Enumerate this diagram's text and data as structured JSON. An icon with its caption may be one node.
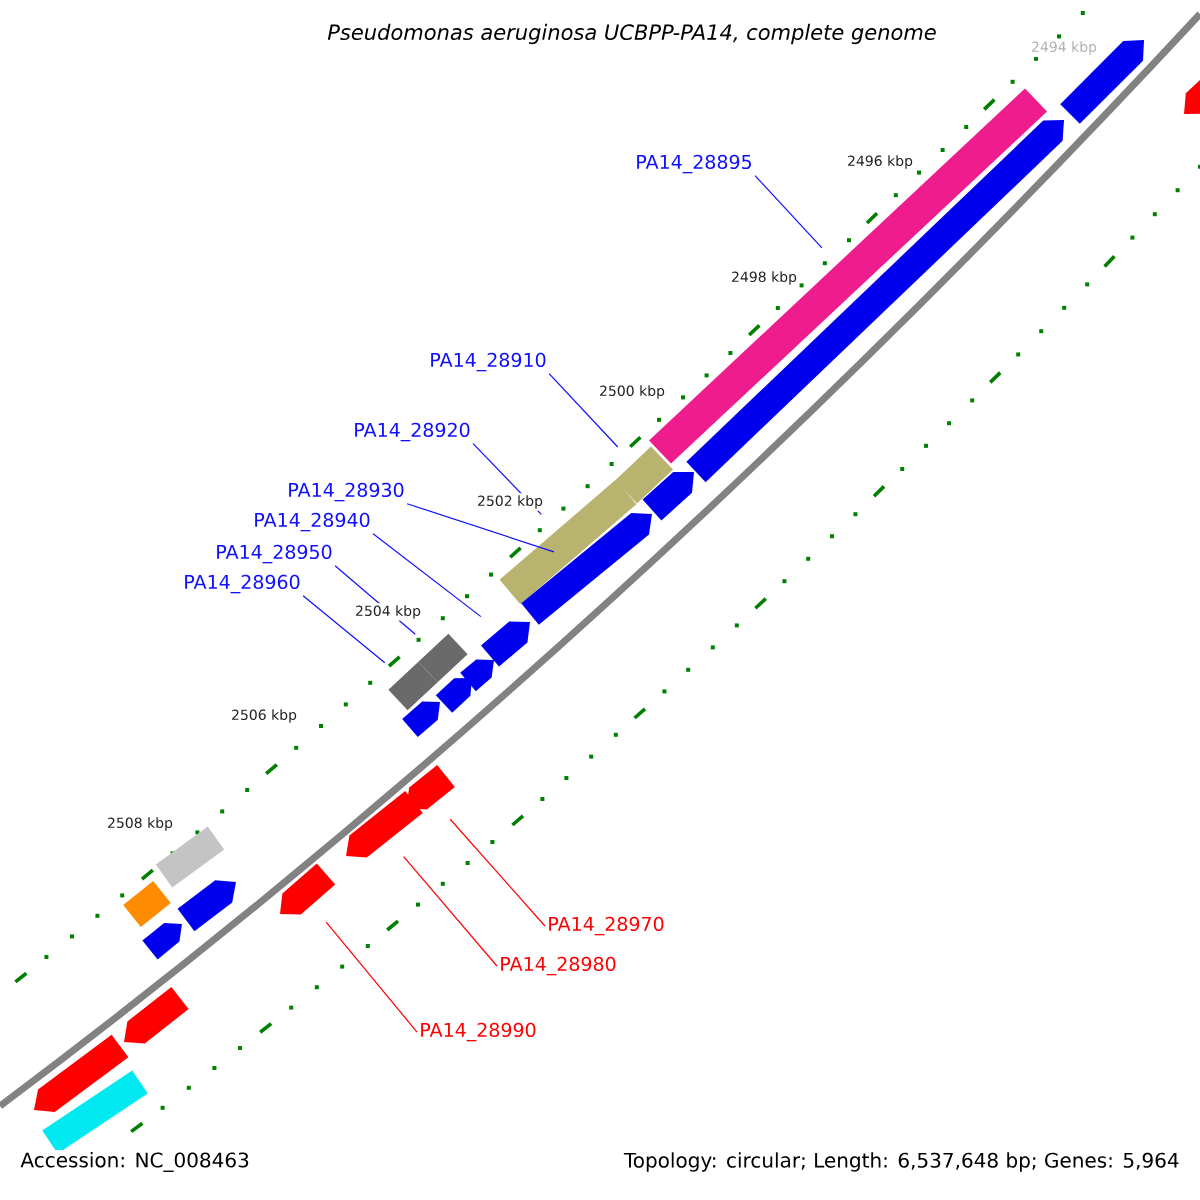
{
  "diagram": {
    "title": "Pseudomonas aeruginosa UCBPP-PA14, complete genome",
    "nodes": [
      {
        "text": [
          "PA14_28895"
        ]
      },
      {
        "text": [
          "PA14_28910"
        ]
      },
      {
        "text": [
          "PA14_28920"
        ]
      },
      {
        "text": [
          "PA14_28930"
        ]
      },
      {
        "text": [
          "PA14_28940"
        ]
      },
      {
        "text": [
          "PA14_28950"
        ]
      },
      {
        "text": [
          "PA14_28960"
        ]
      },
      {
        "text": [
          "PA14_28970"
        ]
      },
      {
        "text": [
          "PA14_28980"
        ]
      },
      {
        "text": [
          "PA14_28990"
        ]
      },
      {
        "text": [],
        "shape": "pentagon"
      },
      {
        "text": [],
        "shape": "box"
      },
      {
        "text": [],
        "shape": "box"
      },
      {
        "text": [],
        "shape": "pentagon"
      },
      {
        "text": [],
        "shape": "pentagon"
      },
      {
        "text": [],
        "shape": "box"
      },
      {
        "text": [],
        "shape": "pentagon"
      },
      {
        "text": [],
        "shape": "pentagon"
      },
      {
        "text": [],
        "shape": "pentagon"
      },
      {
        "text": [],
        "shape": "box"
      },
      {
        "text": [],
        "shape": "pentagon"
      },
      {
        "text": [],
        "shape": "pentagon"
      },
      {
        "text": [],
        "shape": "box"
      },
      {
        "text": [],
        "shape": "pentagon"
      },
      {
        "text": [],
        "shape": "pentagon"
      },
      {
        "text": [],
        "shape": "pentagon"
      },
      {
        "text": [],
        "shape": "box"
      },
      {
        "text": [],
        "shape": "pentagon"
      },
      {
        "text": [],
        "shape": "box"
      },
      {
        "text": [],
        "shape": "pentagon"
      },
      {
        "text": [],
        "shape": "box"
      },
      {
        "text": [],
        "shape": "pentagon"
      },
      {
        "text": [],
        "shape": "pentagon"
      },
      {
        "text": [],
        "shape": "pentagon"
      }
    ],
    "edges": [
      {
        "from": 0,
        "to": 30,
        "arrow": "none"
      },
      {
        "from": 1,
        "to": 28,
        "arrow": "none"
      },
      {
        "from": 2,
        "to": 26,
        "arrow": "none"
      },
      {
        "from": 3,
        "to": 27,
        "arrow": "none"
      },
      {
        "from": 4,
        "to": 25,
        "arrow": "none"
      },
      {
        "from": 5,
        "to": 22,
        "arrow": "none"
      },
      {
        "from": 6,
        "to": 19,
        "arrow": "none"
      },
      {
        "from": 7,
        "to": 21,
        "arrow": "none",
        "color": "#ff0000"
      },
      {
        "from": 8,
        "to": 18,
        "arrow": "none",
        "color": "#ff0000"
      },
      {
        "from": 9,
        "to": 17,
        "arrow": "none",
        "color": "#ff0000"
      }
    ],
    "labels": [
      "2494 kbp",
      "2496 kbp",
      "2498 kbp",
      "2500 kbp",
      "2502 kbp",
      "2504 kbp",
      "2506 kbp",
      "2508 kbp",
      "Accession: NC_008463",
      "Topology: circular; Length: 6,537,648 bp; Genes: 5,964"
    ]
  }
}
